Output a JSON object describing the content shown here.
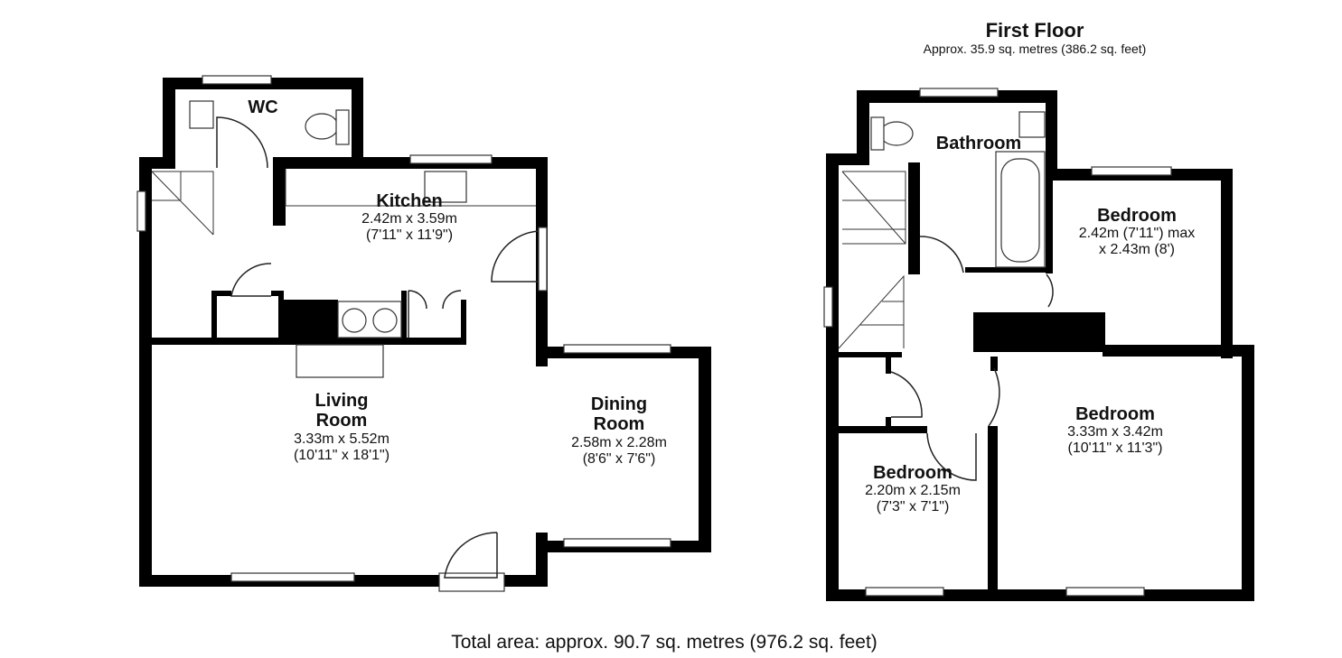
{
  "first_floor": {
    "title": "First Floor",
    "area": "Approx. 35.9 sq. metres (386.2 sq. feet)"
  },
  "rooms": {
    "wc": {
      "name": "WC"
    },
    "kitchen": {
      "name": "Kitchen",
      "metric": "2.42m x 3.59m",
      "imperial": "(7'11\" x 11'9\")"
    },
    "living": {
      "name_line1": "Living",
      "name_line2": "Room",
      "metric": "3.33m x 5.52m",
      "imperial": "(10'11\" x 18'1\")"
    },
    "dining": {
      "name_line1": "Dining",
      "name_line2": "Room",
      "metric": "2.58m x 2.28m",
      "imperial": "(8'6\" x 7'6\")"
    },
    "bathroom": {
      "name": "Bathroom"
    },
    "bedroom_upper_right": {
      "name": "Bedroom",
      "line1": "2.42m (7'11\") max",
      "line2": "x 2.43m (8')"
    },
    "bedroom_large": {
      "name": "Bedroom",
      "metric": "3.33m x 3.42m",
      "imperial": "(10'11\" x 11'3\")"
    },
    "bedroom_small": {
      "name": "Bedroom",
      "metric": "2.20m x 2.15m",
      "imperial": "(7'3\" x 7'1\")"
    }
  },
  "total_area": "Total area: approx. 90.7 sq. metres (976.2 sq. feet)"
}
